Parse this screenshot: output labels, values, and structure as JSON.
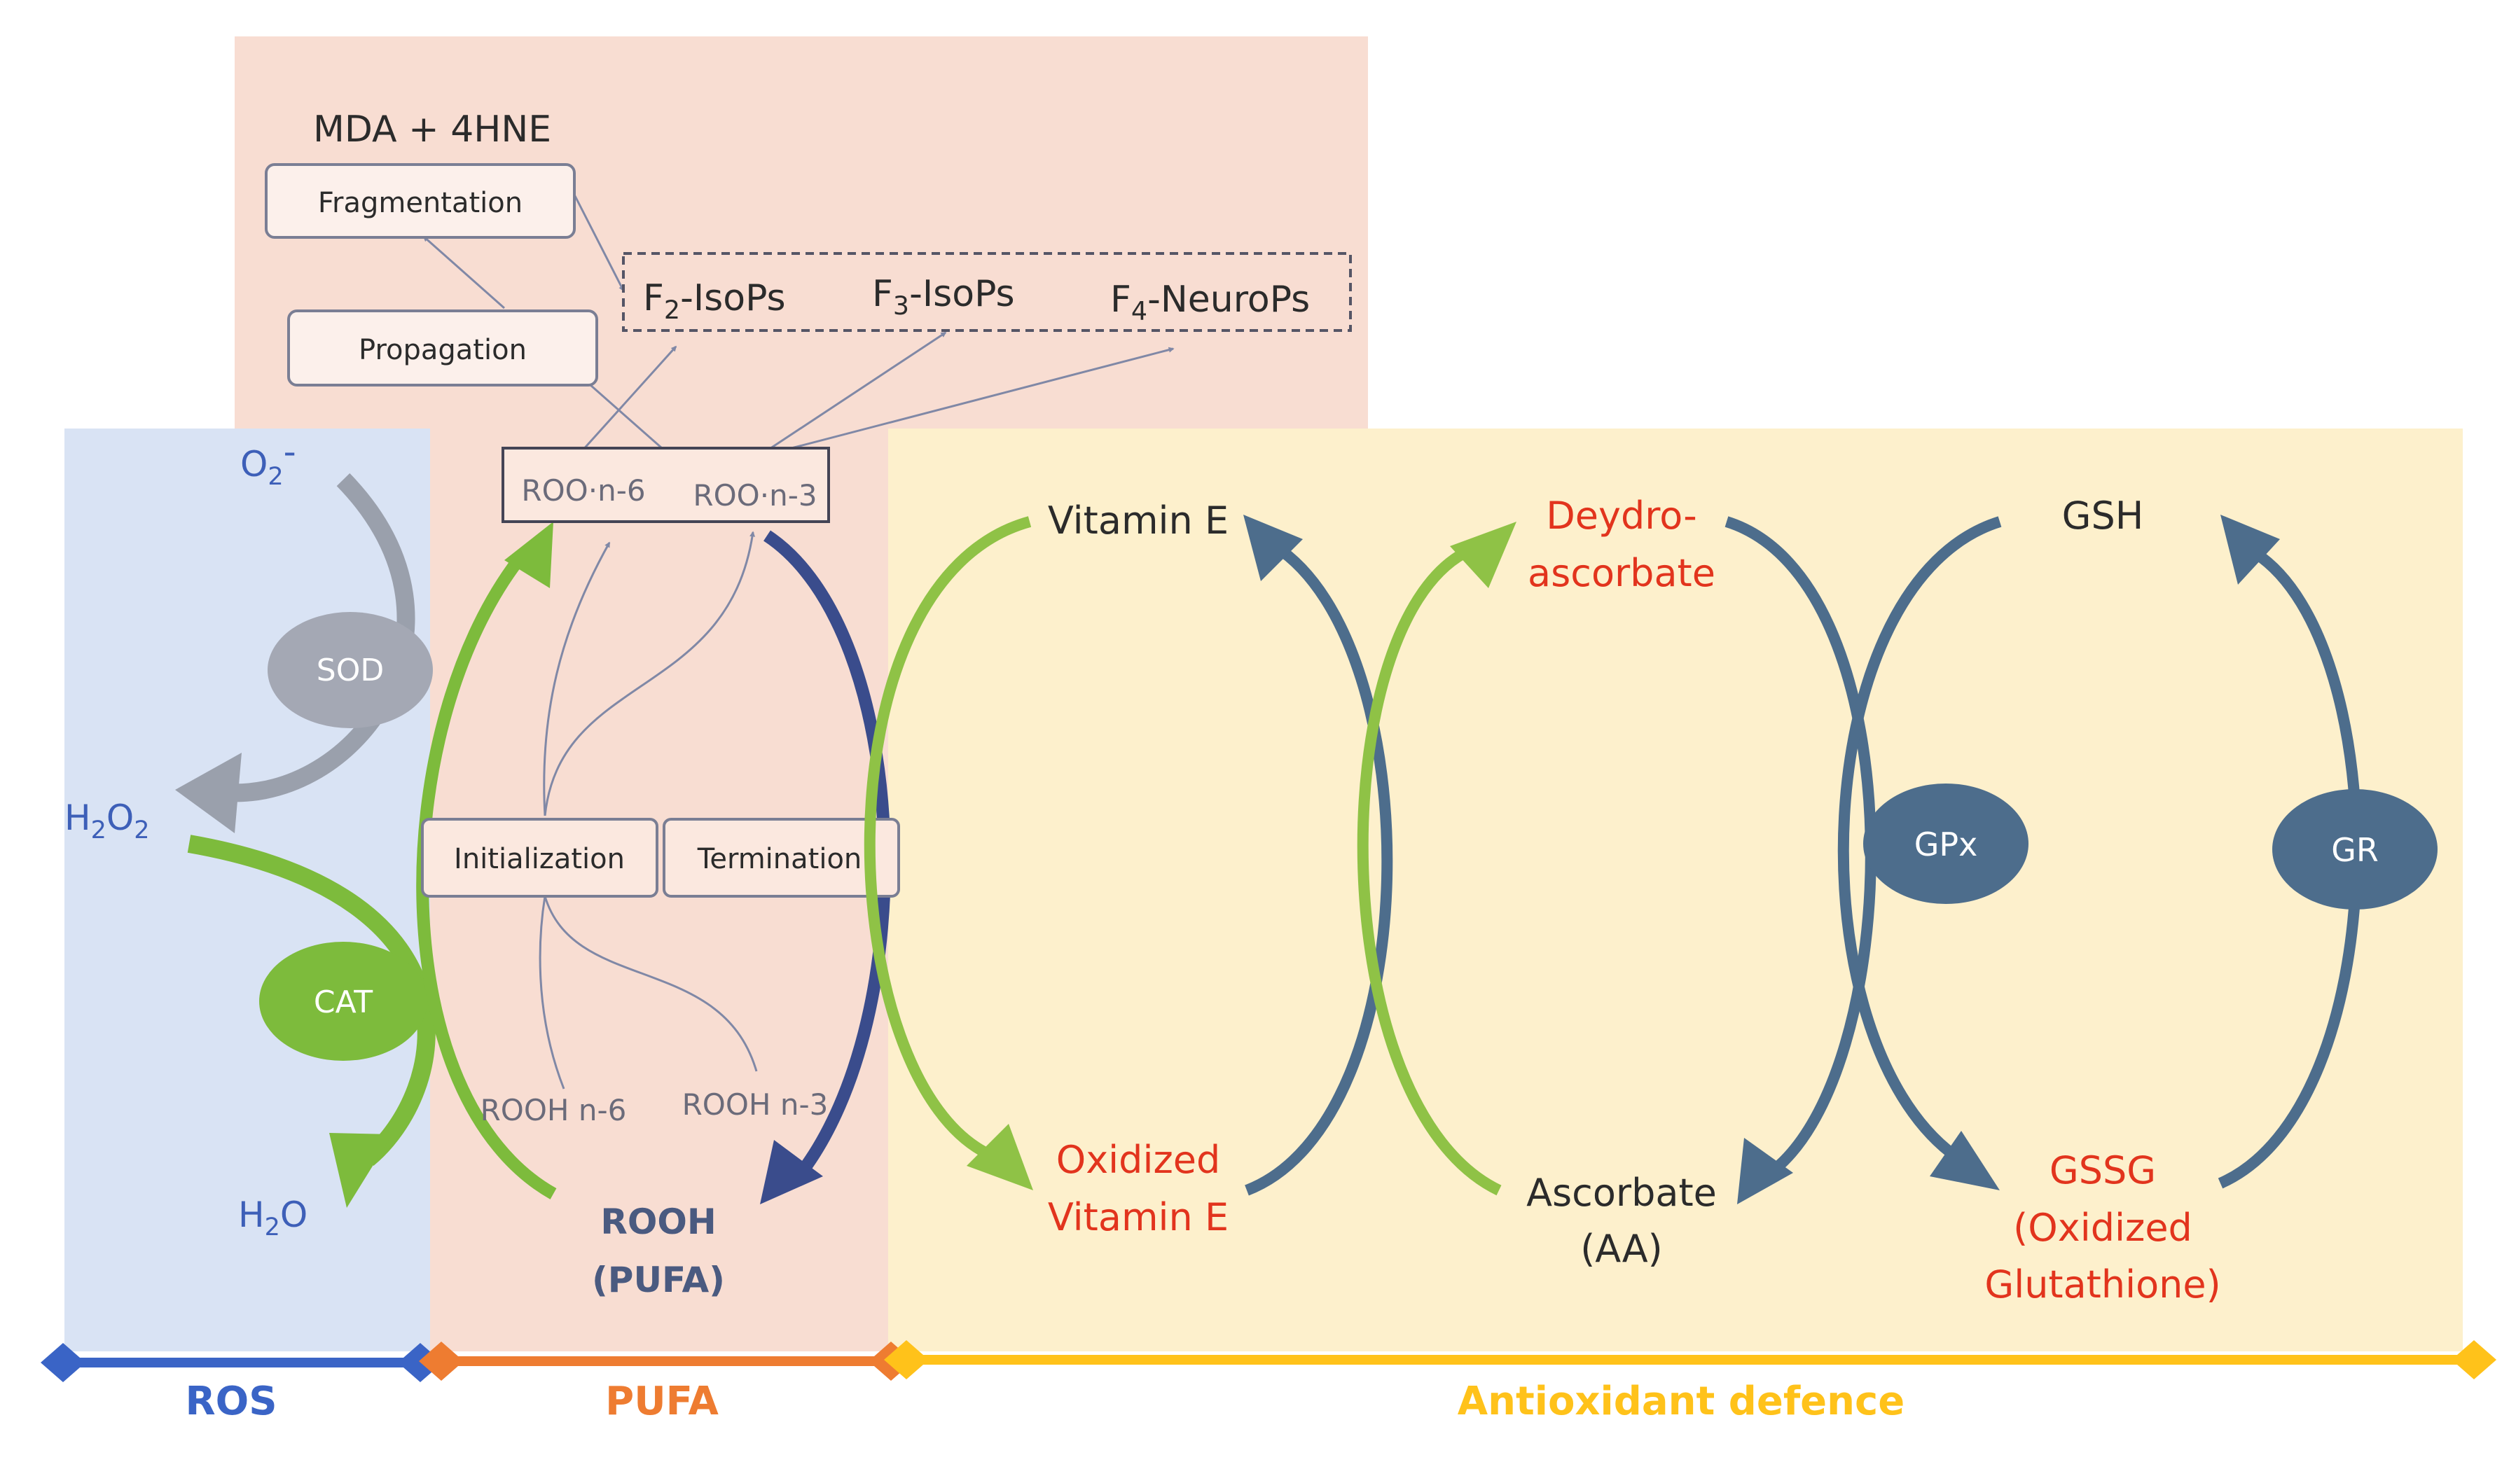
{
  "lipid_products": {
    "mda": "MDA + 4HNE",
    "fragmentation": "Fragmentation",
    "propagation": "Propagation",
    "f2_prefix": "F",
    "f2_sub": "2",
    "f2_suffix": "-IsoPs",
    "f3_prefix": "F",
    "f3_sub": "3",
    "f3_suffix": "-IsoPs",
    "f4_prefix": "F",
    "f4_sub": "4",
    "f4_suffix": "-NeuroPs"
  },
  "ros": {
    "o2_text": "O",
    "o2_sub": "2",
    "o2_sup": "-",
    "sod": "SOD",
    "h2o2_a": "H",
    "h2o2_s1": "2",
    "h2o2_b": "O",
    "h2o2_s2": "2",
    "cat": "CAT",
    "h2o_a": "H",
    "h2o_s": "2",
    "h2o_b": "O"
  },
  "pufa": {
    "roo_n6": "ROO·n-6",
    "roo_n3": "ROO·n-3",
    "initialization": "Initialization",
    "termination": "Termination",
    "rooh_n6": "ROOH n-6",
    "rooh_n3": "ROOH n-3",
    "rooh_line1": "ROOH",
    "rooh_line2": "(PUFA)"
  },
  "antioxidant": {
    "vitamin_e": "Vitamin E",
    "oxidized_line1": "Oxidized",
    "oxidized_line2": "Vitamin E",
    "deydro_line1": "Deydro-",
    "deydro_line2": "ascorbate",
    "ascorbate_line1": "Ascorbate",
    "ascorbate_line2": "(AA)",
    "gsh": "GSH",
    "gpx": "GPx",
    "gr": "GR",
    "gssg_line1": "GSSG",
    "gssg_line2": "(Oxidized",
    "gssg_line3": "Glutathione)"
  },
  "axis": {
    "ros_label": "ROS",
    "pufa_label": "PUFA",
    "antioxidant_label": "Antioxidant defence"
  },
  "colors": {
    "ros_bg": "#d9e3f4",
    "pufa_bg": "#f8ddd2",
    "antioxidant_bg": "#fdf0cc",
    "ros_axis": "#3a64c6",
    "pufa_axis": "#ee7c31",
    "antioxidant_axis": "#ffc21a",
    "green": "#7dbb3c",
    "slate": "#4d6d8c",
    "navy": "#3a4c8c",
    "gray": "#9aa0ac",
    "red_text": "#e2341d"
  }
}
